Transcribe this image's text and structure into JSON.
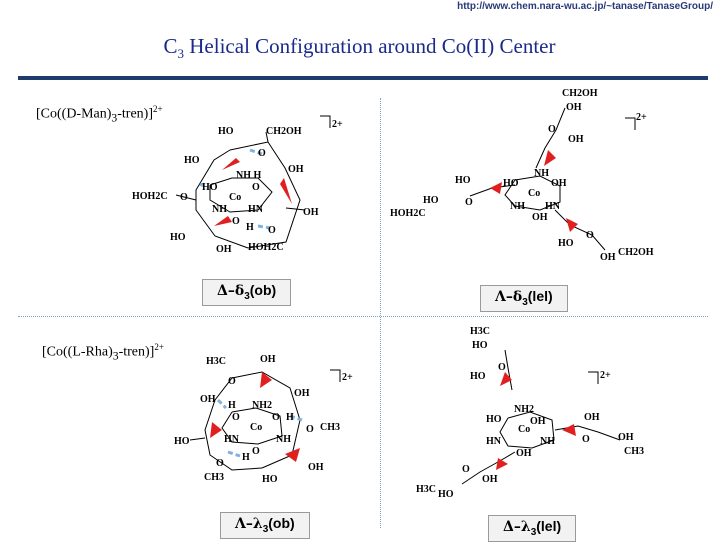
{
  "header": {
    "url": "http://www.chem.nara-wu.ac.jp/~tanase/TanaseGroup/",
    "title_pre": "C",
    "title_sub": "3",
    "title_post": " Helical Configuration around Co(II) Center"
  },
  "compounds": {
    "man": {
      "pre": "[Co((D-Man)",
      "sub": "3",
      "post": "-tren)]",
      "charge": "2+"
    },
    "rha": {
      "pre": "[Co((L-Rha)",
      "sub": "3",
      "post": "-tren)]",
      "charge": "2+"
    }
  },
  "captions": {
    "q1": {
      "a": "Δ–δ",
      "sub": "3",
      "b": "(ob)"
    },
    "q2": {
      "a": "Λ–δ",
      "sub": "3",
      "b": "(lel)"
    },
    "q3": {
      "a": "Λ–λ",
      "sub": "3",
      "b": "(ob)"
    },
    "q4": {
      "a": "Δ–λ",
      "sub": "3",
      "b": "(lel)"
    }
  },
  "atoms": {
    "co": "Co",
    "ho": "HO",
    "oh": "OH",
    "o": "O",
    "h": "H",
    "nh": "NH",
    "hn": "HN",
    "nh_h": "NH H",
    "ch2oh": "CH2OH",
    "hoh2c": "HOH2C",
    "ch3": "CH3",
    "h3c": "H3C",
    "nh2": "NH2",
    "charge": "2+"
  }
}
